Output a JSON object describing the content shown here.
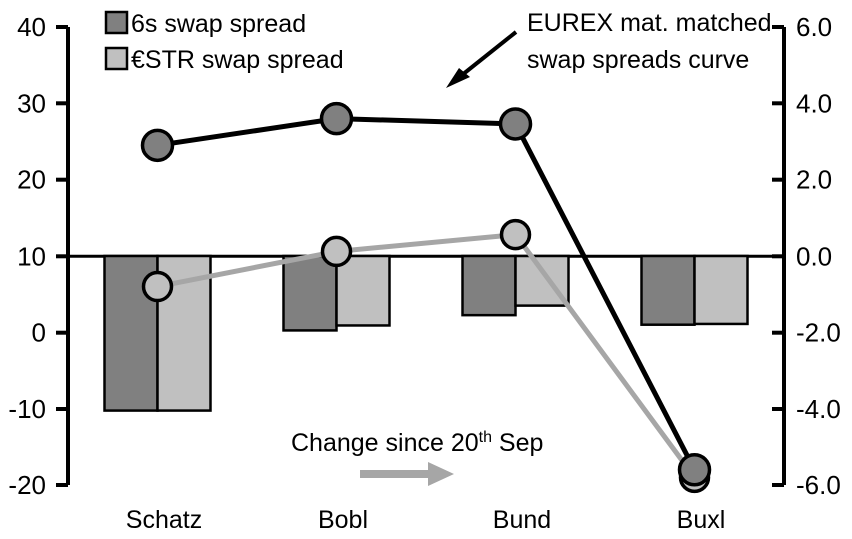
{
  "chart_data": {
    "type": "bar",
    "title": "",
    "categories": [
      "Schatz",
      "Bobl",
      "Bund",
      "Buxl"
    ],
    "series": [
      {
        "name": "6s swap spread",
        "type": "bar",
        "axis": "right",
        "color": "#808080",
        "values": [
          -4.05,
          -1.95,
          -1.55,
          -1.8
        ]
      },
      {
        "name": "€STR swap spread",
        "type": "bar",
        "axis": "right",
        "color": "#c0c0c0",
        "values": [
          -4.05,
          -1.82,
          -1.3,
          -1.78
        ]
      },
      {
        "name": "EUREX mat. matched swap spreads curve",
        "type": "line",
        "axis": "left",
        "color": "#000000",
        "values": [
          24.5,
          28.0,
          27.3,
          -18.0
        ]
      },
      {
        "name": "Change since 20th Sep",
        "type": "line",
        "axis": "left",
        "color": "#a6a6a6",
        "values": [
          6.0,
          10.6,
          12.8,
          -19.0
        ]
      }
    ],
    "left_axis": {
      "ticks": [
        "40",
        "30",
        "20",
        "10",
        "0",
        "-10",
        "-20"
      ],
      "min": -20,
      "max": 40
    },
    "right_axis": {
      "ticks": [
        "6.0",
        "4.0",
        "2.0",
        "0.0",
        "-2.0",
        "-4.0",
        "-6.0"
      ],
      "min": -6.0,
      "max": 6.0
    },
    "zero_line_value": 0.0,
    "grid": false,
    "legend_position": "top-left",
    "xlabel": "",
    "ylabel": ""
  },
  "legend": {
    "items": [
      {
        "label": "6s swap spread",
        "color": "#808080"
      },
      {
        "label": "€STR swap spread",
        "color": "#c0c0c0"
      }
    ]
  },
  "annotations": {
    "curve_note_line1": "EUREX mat. matched",
    "curve_note_line2": "swap spreads curve",
    "change_note_main": "Change since 20",
    "change_note_sup": "th",
    "change_note_tail": " Sep",
    "arrow_color": "#a6a6a6"
  },
  "axes": {
    "left_ticks": [
      "40",
      "30",
      "20",
      "10",
      "0",
      "-10",
      "-20"
    ],
    "right_ticks": [
      "6.0",
      "4.0",
      "2.0",
      "0.0",
      "-2.0",
      "-4.0",
      "-6.0"
    ],
    "categories": [
      "Schatz",
      "Bobl",
      "Bund",
      "Buxl"
    ]
  }
}
